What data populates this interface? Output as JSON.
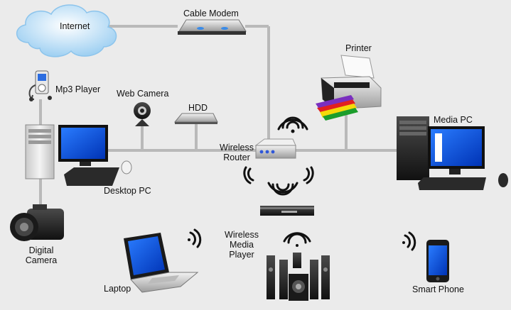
{
  "diagram": {
    "labels": {
      "internet": "Internet",
      "cable_modem": "Cable Modem",
      "printer": "Printer",
      "mp3_player": "Mp3 Player",
      "web_camera": "Web Camera",
      "hdd": "HDD",
      "wireless_router_line1": "Wireless",
      "wireless_router_line2": "Router",
      "media_pc": "Media PC",
      "desktop_pc": "Desktop PC",
      "digital_camera_line1": "Digital",
      "digital_camera_line2": "Camera",
      "wireless_media_player_line1": "Wireless",
      "wireless_media_player_line2": "Media",
      "wireless_media_player_line3": "Player",
      "laptop": "Laptop",
      "smart_phone": "Smart Phone"
    },
    "colors": {
      "background": "#ebebeb",
      "connector": "#b9b9b9",
      "screen_blue": "#0a4fd6",
      "device_dark": "#2a2a2a",
      "cloud": "#b9ddf6"
    },
    "icons": [
      "cloud-icon",
      "cable-modem-icon",
      "printer-icon",
      "mp3-player-icon",
      "web-camera-icon",
      "hdd-icon",
      "wireless-router-icon",
      "wifi-signal-icon",
      "desktop-pc-icon",
      "media-pc-icon",
      "digital-camera-icon",
      "laptop-icon",
      "speaker-system-icon",
      "media-player-icon",
      "smartphone-icon"
    ]
  }
}
